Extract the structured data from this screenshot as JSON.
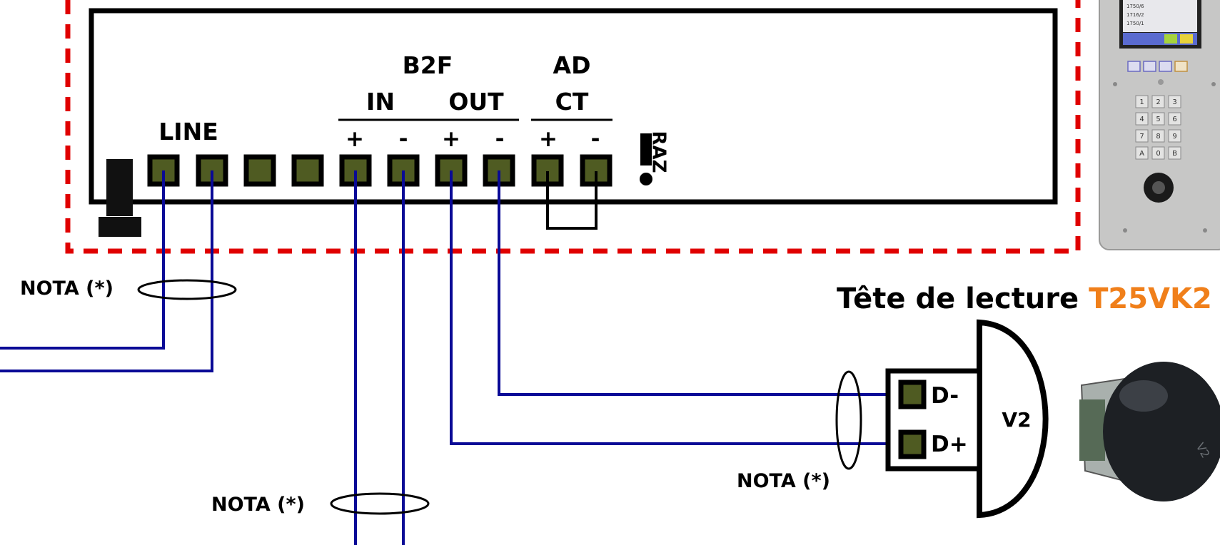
{
  "module": {
    "group_b2f": "B2F",
    "group_adct_line1": "AD",
    "group_adct_line2": "CT",
    "line_label": "LINE",
    "in_label": "IN",
    "out_label": "OUT",
    "b2f_in_plus": "+",
    "b2f_in_minus": "-",
    "b2f_out_plus": "+",
    "b2f_out_minus": "-",
    "adct_plus": "+",
    "adct_minus": "-",
    "raz_label": "RAZ"
  },
  "reader": {
    "title_prefix": "Tête de lecture ",
    "title_model": "T25VK2",
    "pin_dminus": "D-",
    "pin_dplus": "D+",
    "body_label": "V2"
  },
  "notes": {
    "line_note": "NOTA (*)",
    "reader_note": "NOTA (*)",
    "b2f_note": "NOTA (*)"
  },
  "panel": {
    "screen_rows": [
      "1750/6",
      "1716/2",
      "1750/1"
    ],
    "keypad_keys": [
      "1",
      "2",
      "3",
      "4",
      "5",
      "6",
      "7",
      "8",
      "9",
      "A",
      "0",
      "B"
    ]
  },
  "colors": {
    "wire": "#0a0a96",
    "terminal": "#4f5b22",
    "dashed_boundary": "#e00000",
    "model_accent": "#f07f1a"
  }
}
